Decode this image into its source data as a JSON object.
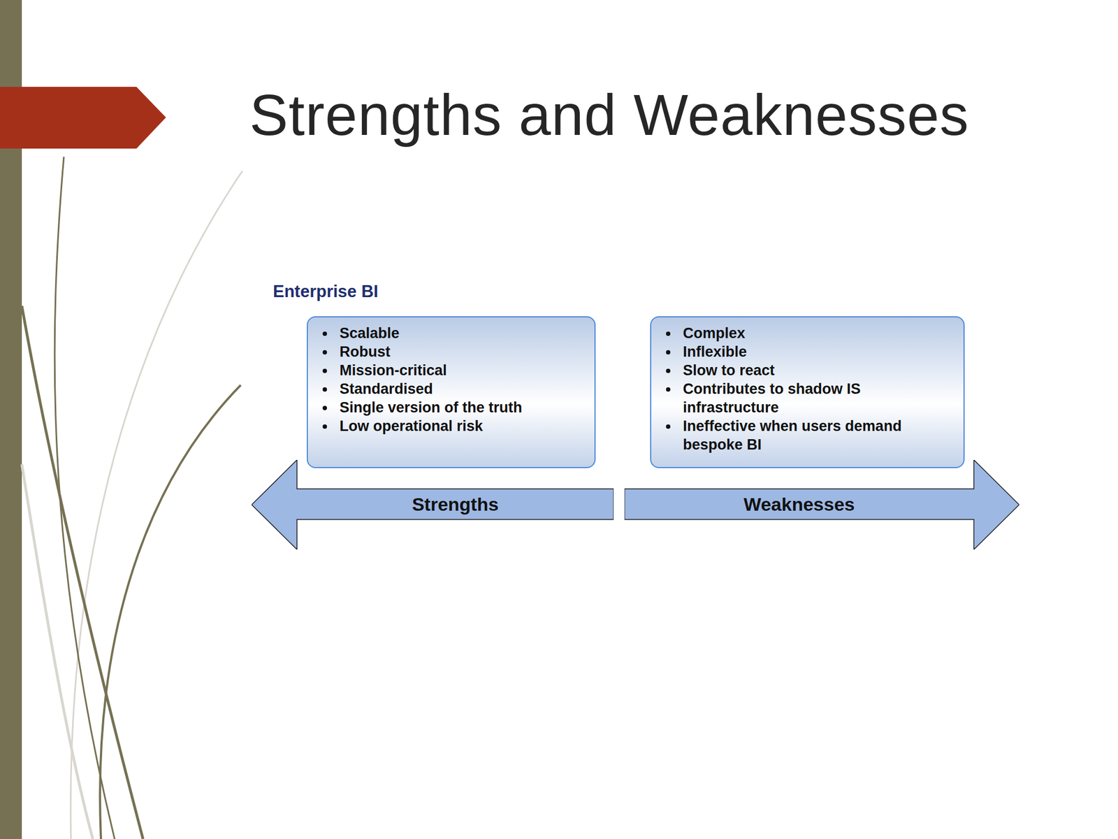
{
  "diagram": {
    "title": "Strengths and Weaknesses",
    "nodes": [
      {
        "text": [
          "Scalable",
          "Robust",
          "Mission-critical",
          "Standardised",
          "Single version of the truth",
          "Low operational risk"
        ]
      },
      {
        "text": [
          "Complex",
          "Inflexible",
          "Slow to react",
          "Contributes to shadow IS infrastructure",
          "Ineffective when users demand bespoke BI"
        ]
      },
      {
        "text": [
          "Strengths"
        ]
      },
      {
        "text": [
          "Weaknesses"
        ]
      }
    ],
    "labels": [
      "Enterprise BI"
    ]
  }
}
